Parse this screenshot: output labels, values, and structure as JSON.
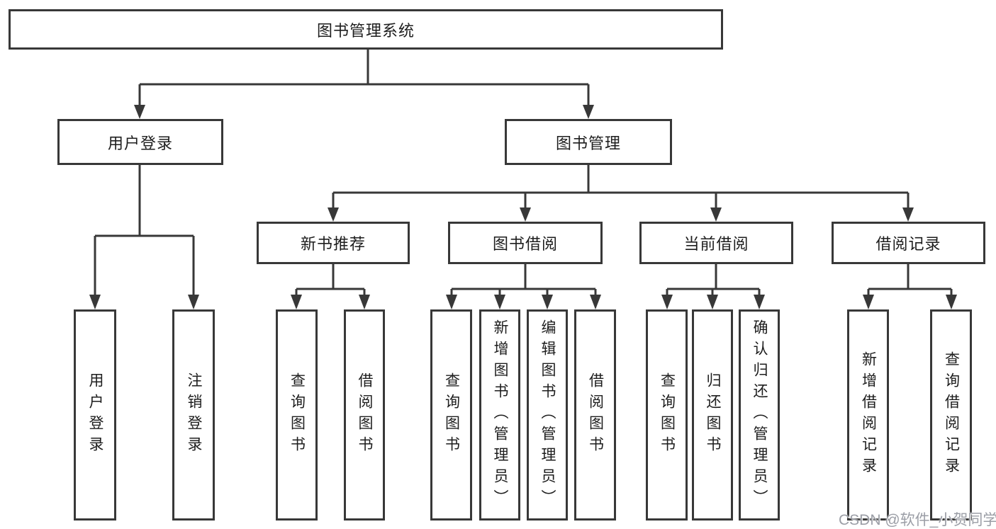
{
  "colors": {
    "line": "#383838",
    "text": "#1d1d1d",
    "watermark": "#9b9ea6",
    "background": "#ffffff"
  },
  "watermark": {
    "text": "CSDN @软件_小贺同学"
  },
  "tree": {
    "label": "图书管理系统",
    "children": [
      {
        "label": "用户登录",
        "children": [
          {
            "label": "用户登录"
          },
          {
            "label": "注销登录"
          }
        ]
      },
      {
        "label": "图书管理",
        "children": [
          {
            "label": "新书推荐",
            "children": [
              {
                "label": "查询图书"
              },
              {
                "label": "借阅图书"
              }
            ]
          },
          {
            "label": "图书借阅",
            "children": [
              {
                "label": "查询图书"
              },
              {
                "label": "新增图书（管理员）"
              },
              {
                "label": "编辑图书（管理员）"
              },
              {
                "label": "借阅图书"
              }
            ]
          },
          {
            "label": "当前借阅",
            "children": [
              {
                "label": "查询图书"
              },
              {
                "label": "归还图书"
              },
              {
                "label": "确认归还（管理员）"
              }
            ]
          },
          {
            "label": "借阅记录",
            "children": [
              {
                "label": "新增借阅记录"
              },
              {
                "label": "查询借阅记录"
              }
            ]
          }
        ]
      }
    ]
  }
}
